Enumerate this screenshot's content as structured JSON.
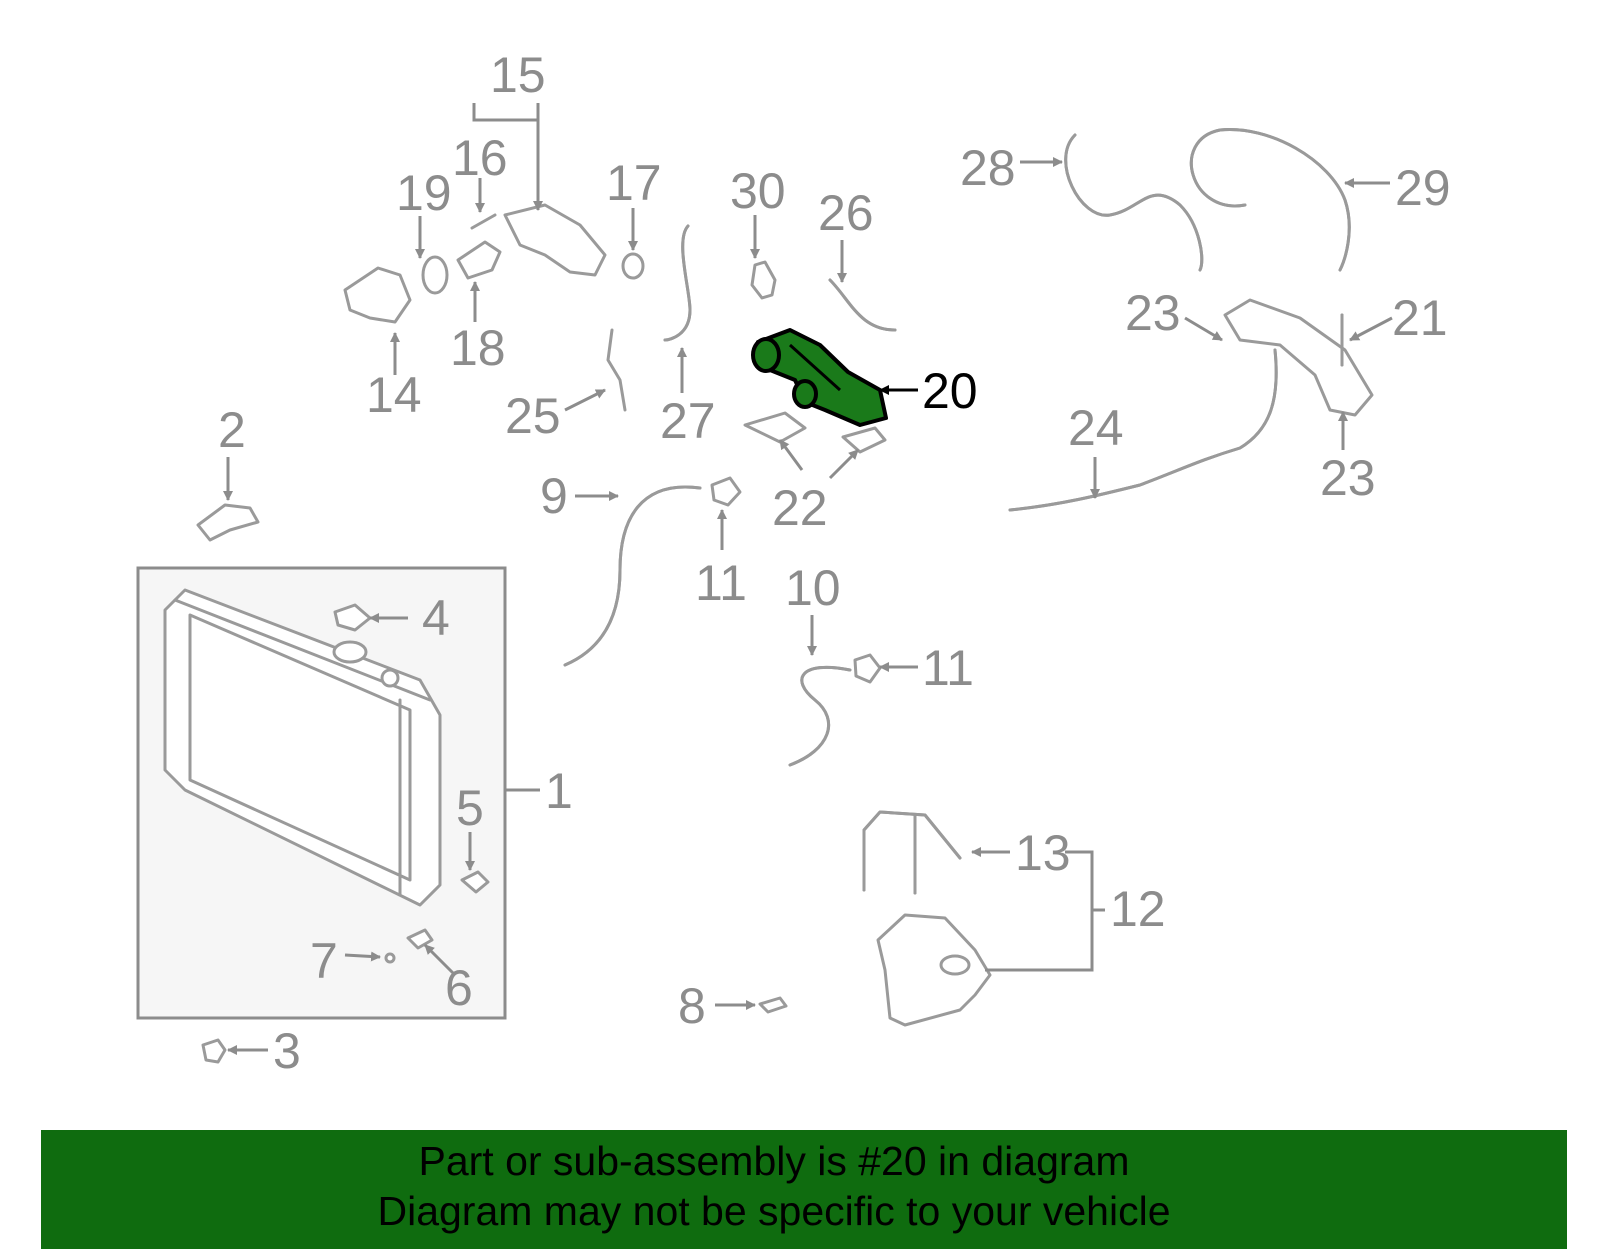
{
  "diagram": {
    "highlighted_part": "20",
    "highlight_color": "#1a7a1a",
    "labels": {
      "l1": "1",
      "l2": "2",
      "l3": "3",
      "l4": "4",
      "l5": "5",
      "l6": "6",
      "l7": "7",
      "l8": "8",
      "l9": "9",
      "l10": "10",
      "l11a": "11",
      "l11b": "11",
      "l12": "12",
      "l13": "13",
      "l14": "14",
      "l15": "15",
      "l16": "16",
      "l17": "17",
      "l18": "18",
      "l19": "19",
      "l20": "20",
      "l21": "21",
      "l22": "22",
      "l23a": "23",
      "l23b": "23",
      "l24": "24",
      "l25": "25",
      "l26": "26",
      "l27": "27",
      "l28": "28",
      "l29": "29",
      "l30": "30"
    }
  },
  "banner": {
    "line1": "Part or sub-assembly is #20 in diagram",
    "line2": "Diagram may not be specific to your vehicle",
    "background": "#0f6c0f"
  }
}
